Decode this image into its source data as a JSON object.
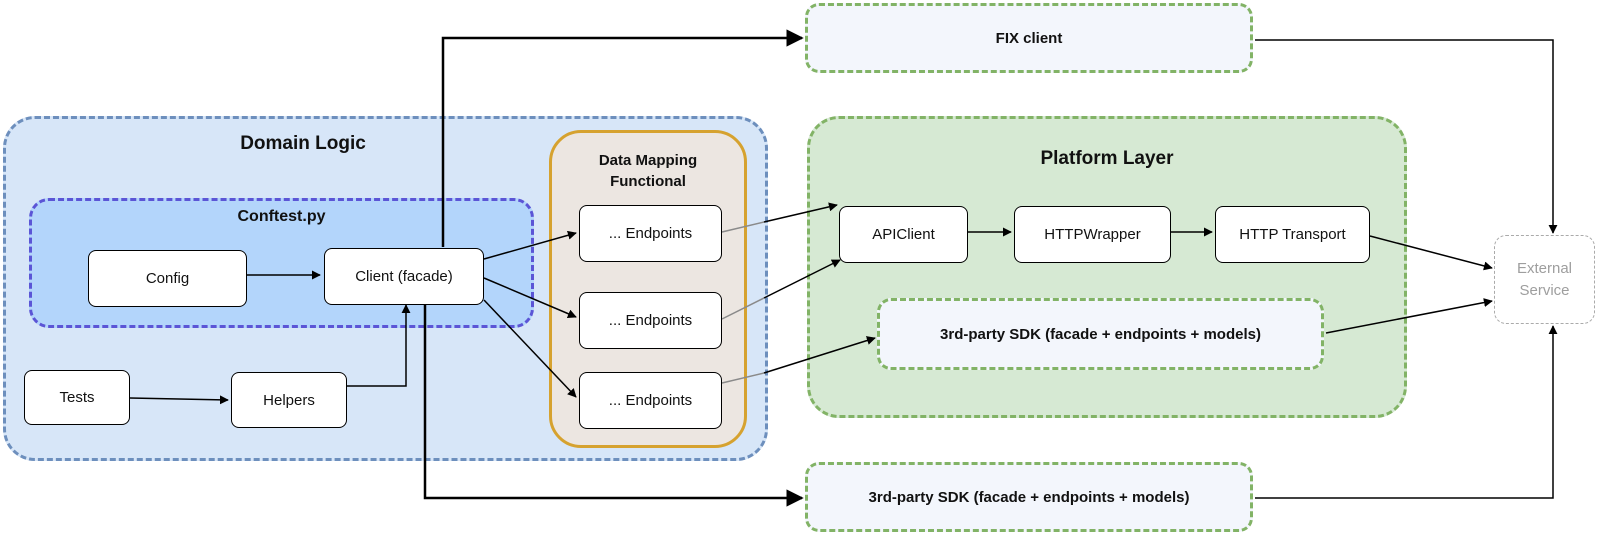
{
  "containers": {
    "domain_logic": "Domain Logic",
    "conftest": "Conftest.py",
    "data_mapping_line1": "Data Mapping",
    "data_mapping_line2": "Functional",
    "platform_layer": "Platform Layer"
  },
  "nodes": {
    "config": "Config",
    "client": "Client (facade)",
    "tests": "Tests",
    "helpers": "Helpers",
    "endpoints_1": "... Endpoints",
    "endpoints_2": "... Endpoints",
    "endpoints_3": "... Endpoints",
    "apiclient": "APIClient",
    "httpwrapper": "HTTPWrapper",
    "http_transport": "HTTP Transport",
    "fix_client": "FIX client",
    "sdk_inner": "3rd-party SDK (facade + endpoints + models)",
    "sdk_bottom": "3rd-party SDK (facade + endpoints + models)",
    "external_line1": "External",
    "external_line2": "Service"
  },
  "colors": {
    "domain_fill": "#d7e6f8",
    "conftest_fill": "#b3d5fb",
    "mapping_fill": "#ece6e1",
    "mapping_border": "#d6a22f",
    "platform_fill": "#d6e9d3",
    "platform_border": "#82b366",
    "external_border": "#aaaaaa"
  }
}
